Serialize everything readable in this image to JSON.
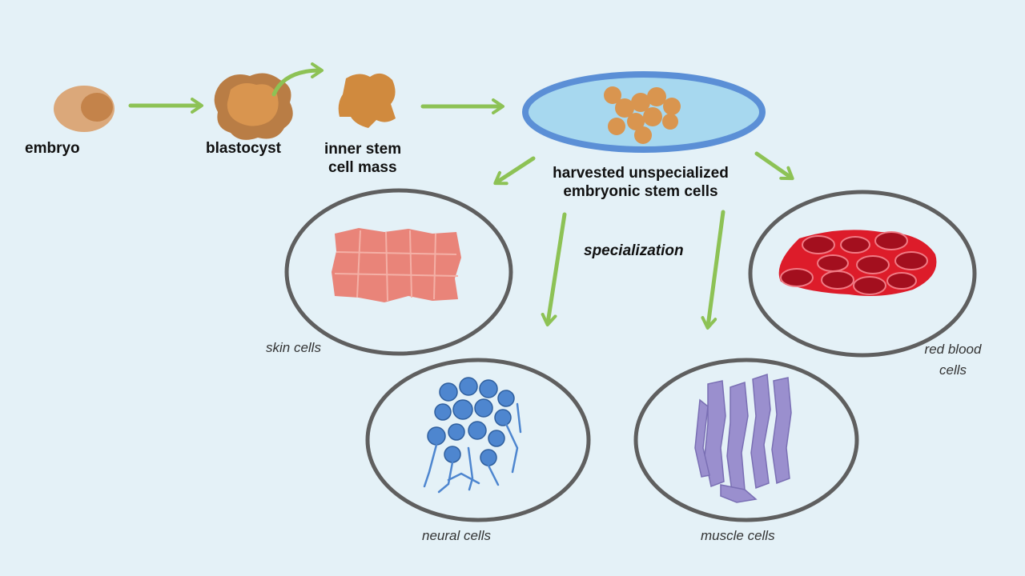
{
  "stages": {
    "embryo": "embryo",
    "blastocyst": "blastocyst",
    "inner_stem_cell_mass_line1": "inner stem",
    "inner_stem_cell_mass_line2": "cell mass",
    "harvested_line1": "harvested unspecialized",
    "harvested_line2": "embryonic stem cells"
  },
  "process_label": "specialization",
  "cell_types": {
    "skin": "skin cells",
    "neural": "neural cells",
    "muscle": "muscle cells",
    "red_blood_line1": "red blood",
    "red_blood_line2": "cells"
  },
  "colors": {
    "background": "#e4f1f7",
    "arrow": "#8dc255",
    "circle_outline": "#5f5f5f",
    "embryo": "#d9a46f",
    "blastocyst": "#c98f4b",
    "petri_rim": "#5b8fd6",
    "petri_fill": "#a7d8ef",
    "skin": "#e98479",
    "neural": "#4e86cf",
    "muscle": "#9a8fce",
    "red_blood": "#dd1c2a"
  }
}
